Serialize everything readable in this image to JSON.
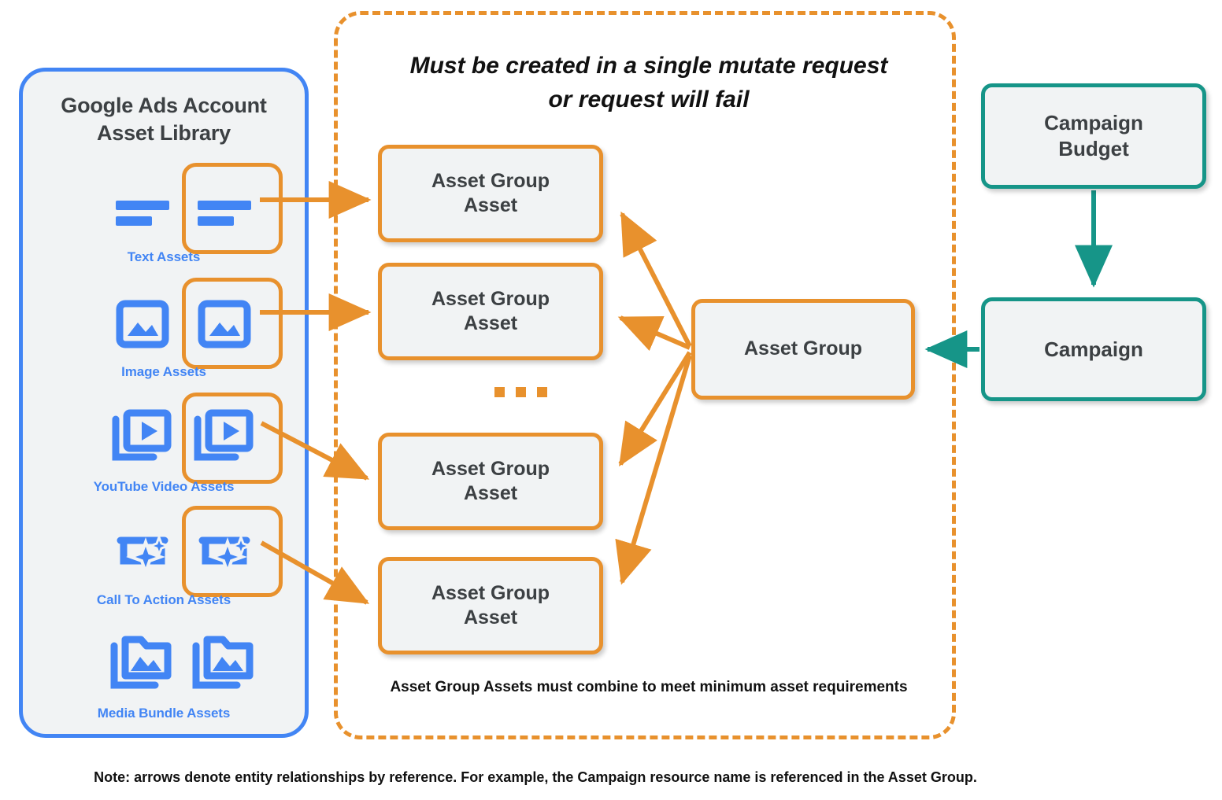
{
  "library": {
    "title": "Google Ads Account\nAsset Library",
    "title_line1": "Google Ads Account",
    "title_line2": "Asset Library",
    "rows": [
      {
        "label": "Text Assets",
        "icon": "text-lines-icon",
        "highlighted": true
      },
      {
        "label": "Image Assets",
        "icon": "image-icon",
        "highlighted": true
      },
      {
        "label": "YouTube Video  Assets",
        "icon": "video-stack-icon",
        "highlighted": true
      },
      {
        "label": "Call To Action Assets",
        "icon": "call-to-action-sparkle-icon",
        "highlighted": true
      },
      {
        "label": "Media Bundle  Assets",
        "icon": "media-bundle-folder-icon",
        "highlighted": false
      }
    ]
  },
  "mutate_panel": {
    "title_line1": "Must be created in a single mutate request",
    "title_line2": "or request will fail",
    "footer": "Asset Group Assets must combine to meet minimum asset requirements",
    "asset_group_assets": [
      {
        "line1": "Asset Group",
        "line2": "Asset"
      },
      {
        "line1": "Asset Group",
        "line2": "Asset"
      },
      {
        "line1": "Asset Group",
        "line2": "Asset"
      },
      {
        "line1": "Asset Group",
        "line2": "Asset"
      }
    ],
    "ellipsis": "..."
  },
  "nodes": {
    "asset_group": "Asset Group",
    "campaign_budget_line1": "Campaign",
    "campaign_budget_line2": "Budget",
    "campaign": "Campaign"
  },
  "footer_note": "Note: arrows denote entity relationships by reference. For example, the Campaign resource name is referenced in the Asset Group.",
  "colors": {
    "orange": "#e8912d",
    "blue": "#4285f4",
    "teal": "#169588",
    "node_fill": "#f1f3f4",
    "text_dark": "#3c4043"
  }
}
